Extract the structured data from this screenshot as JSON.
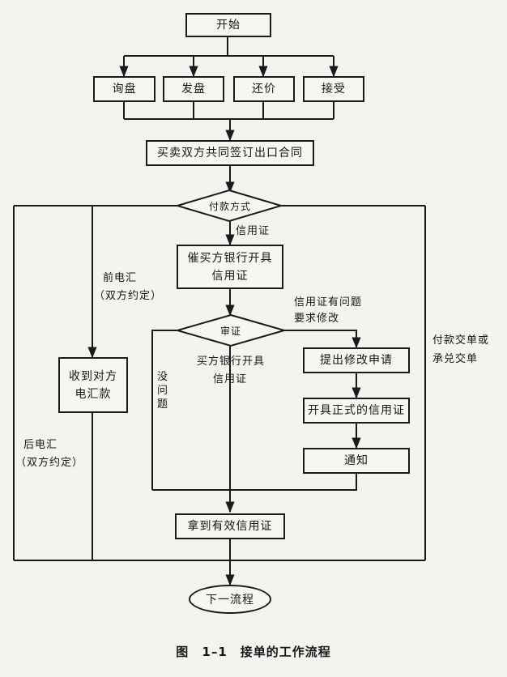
{
  "nodes": {
    "start": "开始",
    "inquiry": "询盘",
    "offer": "发盘",
    "counter_offer": "还价",
    "accept": "接受",
    "sign_contract": "买卖双方共同签订出口合同",
    "payment_method": "付款方式",
    "urge_bank_line1": "催买方银行开具",
    "urge_bank_line2": "信用证",
    "review": "审证",
    "request_amend": "提出修改申请",
    "issue_formal_lc": "开具正式的信用证",
    "notify": "通知",
    "receive_remit_line1": "收到对方",
    "receive_remit_line2": "电汇款",
    "get_valid_lc": "拿到有效信用证",
    "next_process": "下一流程"
  },
  "labels": {
    "letter_of_credit": "信用证",
    "pre_tt_line1": "前电汇",
    "pre_tt_line2": "（双方约定）",
    "post_tt_line1": "后电汇",
    "post_tt_line2": "（双方约定）",
    "lc_problem_line1": "信用证有问题",
    "lc_problem_line2": "要求修改",
    "buyer_bank_lc_line1": "买方银行开具",
    "buyer_bank_lc_line2": "信用证",
    "no_problem": "没问题",
    "da_dp_line1": "付款交单或",
    "da_dp_line2": "承兑交单"
  },
  "caption": "图 1–1　接单的工作流程"
}
